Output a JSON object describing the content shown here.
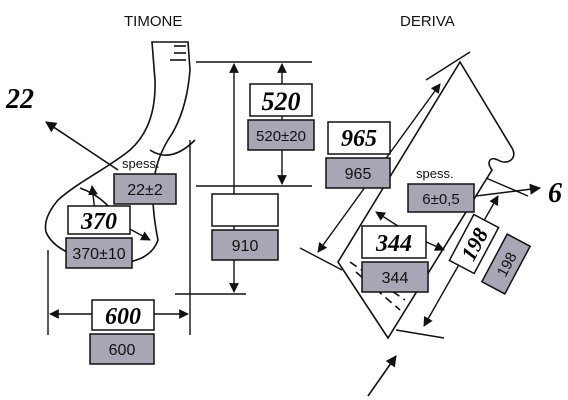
{
  "titles": {
    "timone": "TIMONE",
    "deriva": "DERIVA"
  },
  "timone": {
    "thickness_label": "spess.",
    "thickness_spec": "22±2",
    "thickness_handwritten": "22",
    "chord_spec": "370±10",
    "chord_handwritten": "370",
    "width_spec": "600",
    "width_handwritten": "600",
    "upper_height_spec": "520±20",
    "upper_height_handwritten": "520",
    "total_height_spec": "910",
    "total_height_handwritten": ""
  },
  "deriva": {
    "length_spec": "965",
    "length_handwritten": "965",
    "width_spec": "344",
    "width_handwritten": "344",
    "thickness_label": "spess.",
    "thickness_spec": "6±0,5",
    "thickness_handwritten": "6",
    "edge_spec": "198",
    "edge_handwritten": "198"
  },
  "colors": {
    "ink": "#111111",
    "spec_box": "#a8a6b4",
    "handwriting": "#000000"
  }
}
